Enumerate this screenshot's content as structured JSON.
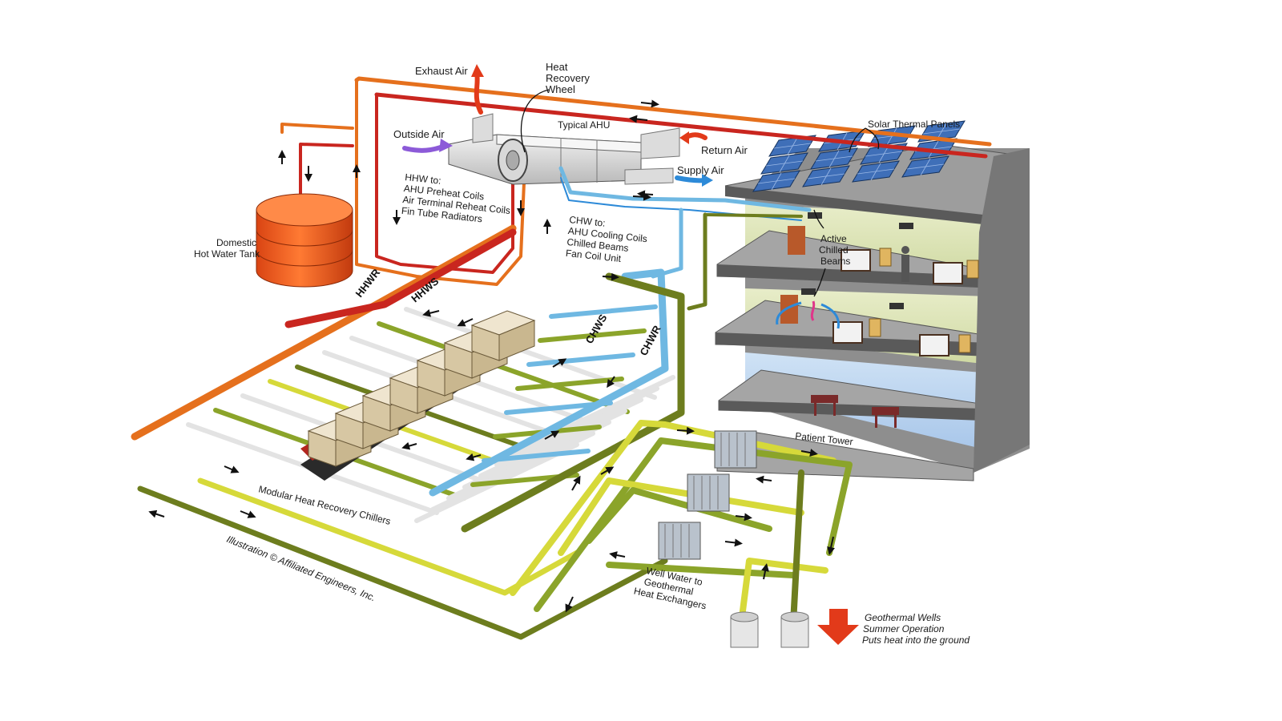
{
  "colors": {
    "hhwr": "#e5701d",
    "hhws": "#c9261f",
    "chws": "#6fb8e2",
    "chwr": "#6d7d1e",
    "well_yellow": "#d6d93a",
    "well_green": "#8ba42a",
    "white_pipe": "#e3e3e3",
    "red_arrow": "#e23a1a",
    "blue_arrow": "#2d8ad8",
    "purple_arrow": "#8c5ad8"
  },
  "labels": {
    "exhaust_air": "Exhaust Air",
    "heat_recovery_wheel": [
      "Heat",
      "Recovery",
      "Wheel"
    ],
    "typical_ahu": "Typical AHU",
    "outside_air": "Outside Air",
    "return_air": "Return Air",
    "supply_air": "Supply Air",
    "solar_thermal_panels": "Solar Thermal Panels",
    "hhw_to": [
      "HHW to:",
      "AHU Preheat Coils",
      "Air Terminal Reheat Coils",
      "Fin Tube Radiators"
    ],
    "domestic_hot_water_tank": [
      "Domestic",
      "Hot Water Tank"
    ],
    "chw_to": [
      "CHW to:",
      "AHU Cooling Coils",
      "Chilled Beams",
      "Fan Coil Unit"
    ],
    "active_chilled_beams": [
      "Active",
      "Chilled",
      "Beams"
    ],
    "hhwr": "HHWR",
    "hhws": "HHWS",
    "chws": "CHWS",
    "chwr": "CHWR",
    "patient_tower": "Patient Tower",
    "modular_chillers": "Modular Heat Recovery Chillers",
    "credit": "Illustration © Affiliated Engineers, Inc.",
    "well_water": [
      "Well Water to",
      "Geothermal",
      "Heat Exchangers"
    ],
    "geothermal_wells": [
      "Geothermal Wells",
      "Summer Operation",
      "Puts heat into the ground"
    ]
  }
}
